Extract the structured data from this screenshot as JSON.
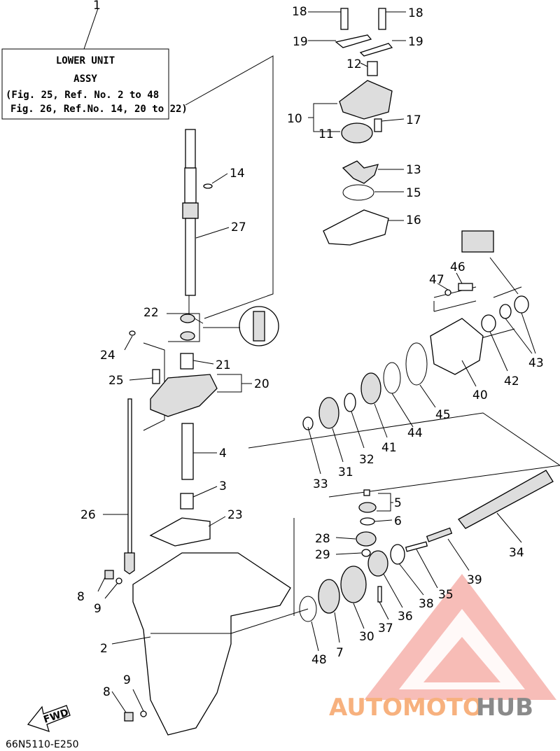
{
  "title_box": {
    "ref": "1",
    "line1": "LOWER UNIT",
    "line2": "ASSY",
    "line3": "(Fig. 25, Ref. No. 2 to 48",
    "line4": "Fig. 26, Ref.No. 14, 20 to 22)"
  },
  "labels": {
    "p2": "2",
    "p3": "3",
    "p4": "4",
    "p5": "5",
    "p6": "6",
    "p7": "7",
    "p8a": "8",
    "p8b": "8",
    "p9a": "9",
    "p9b": "9",
    "p10": "10",
    "p11": "11",
    "p12": "12",
    "p13": "13",
    "p14": "14",
    "p15": "15",
    "p16": "16",
    "p17": "17",
    "p18a": "18",
    "p18b": "18",
    "p19a": "19",
    "p19b": "19",
    "p20": "20",
    "p21": "21",
    "p22": "22",
    "p23": "23",
    "p24": "24",
    "p25": "25",
    "p26": "26",
    "p27": "27",
    "p28": "28",
    "p29": "29",
    "p30": "30",
    "p31": "31",
    "p32": "32",
    "p33": "33",
    "p34": "34",
    "p35": "35",
    "p36": "36",
    "p37": "37",
    "p38": "38",
    "p39": "39",
    "p40": "40",
    "p41": "41",
    "p42": "42",
    "p43": "43",
    "p44": "44",
    "p45": "45",
    "p46": "46",
    "p47": "47",
    "p48": "48"
  },
  "fwd": "FWD",
  "code": "66N5110-E250",
  "watermark": {
    "part1": "AUTOMOTO",
    "part2": "HUB",
    "color1": "#f7b17e",
    "color2": "#8a8a8a",
    "triangle": "#f4a7a0"
  }
}
